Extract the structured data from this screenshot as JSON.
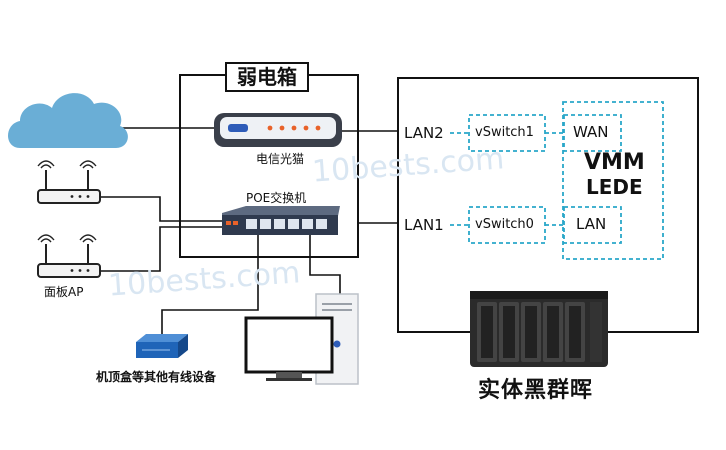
{
  "texts": {
    "weak_box_title": "弱电箱",
    "modem_label": "电信光猫",
    "poe_label": "POE交换机",
    "ap_label": "面板AP",
    "stb_label": "机顶盒等其他有线设备",
    "nas_label": "实体黑群晖",
    "lan2": "LAN2",
    "lan1": "LAN1",
    "vswitch1": "vSwitch1",
    "vswitch0": "vSwitch0",
    "wan": "WAN",
    "lan": "LAN",
    "vmm_line1": "VMM",
    "vmm_line2": "LEDE",
    "watermark1": "10bests.com",
    "watermark2": "10bests.com"
  },
  "colors": {
    "cloud": "#6aaed6",
    "dashed_box": "#2aa7c9",
    "link": "#111111",
    "dashed_link": "#2aa7c9",
    "modem_body": "#3a3f4a",
    "modem_led": "#e8622a",
    "switch_body": "#2f3a4e",
    "stb_body": "#1f64b8",
    "nas_body": "#2b2b2b",
    "watermark": "#d9e6f2"
  },
  "icons": {
    "cloud": "cloud-icon",
    "modem": "modem-icon",
    "switch": "switch-icon",
    "ap": "wireless-ap-icon",
    "stb": "set-top-box-icon",
    "pc": "desktop-pc-icon",
    "nas": "nas-icon"
  }
}
